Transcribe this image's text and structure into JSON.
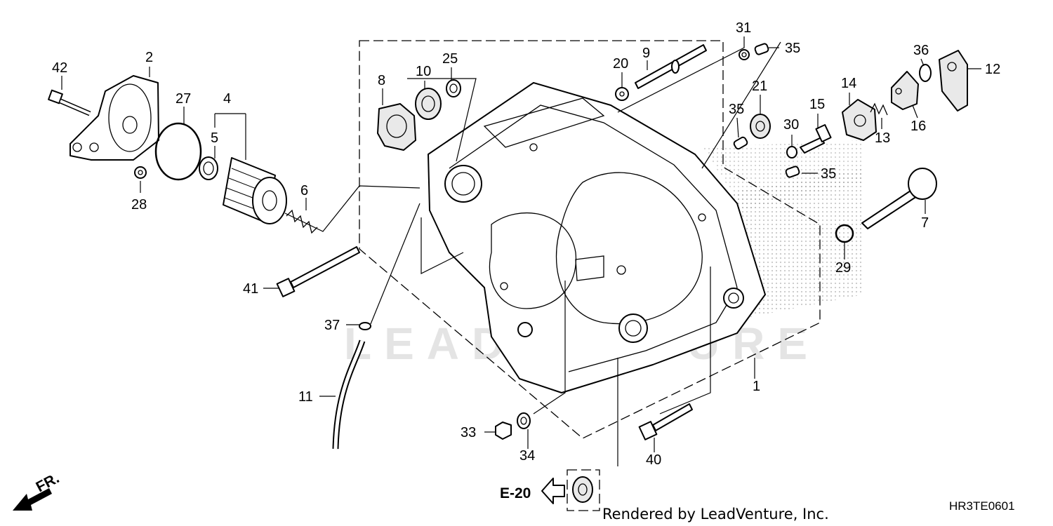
{
  "diagram": {
    "callouts": [
      "1",
      "2",
      "4",
      "5",
      "6",
      "7",
      "8",
      "9",
      "10",
      "11",
      "12",
      "13",
      "14",
      "15",
      "16",
      "20",
      "21",
      "25",
      "27",
      "28",
      "29",
      "30",
      "31",
      "33",
      "34",
      "35",
      "35",
      "35",
      "36",
      "37",
      "40",
      "41",
      "42"
    ],
    "reference_label": "E-20",
    "direction_label": "FR.",
    "footer_text": "Rendered by LeadVenture, Inc.",
    "figure_code": "HR3TE0601",
    "watermark_text": "LEADVENTURE"
  }
}
